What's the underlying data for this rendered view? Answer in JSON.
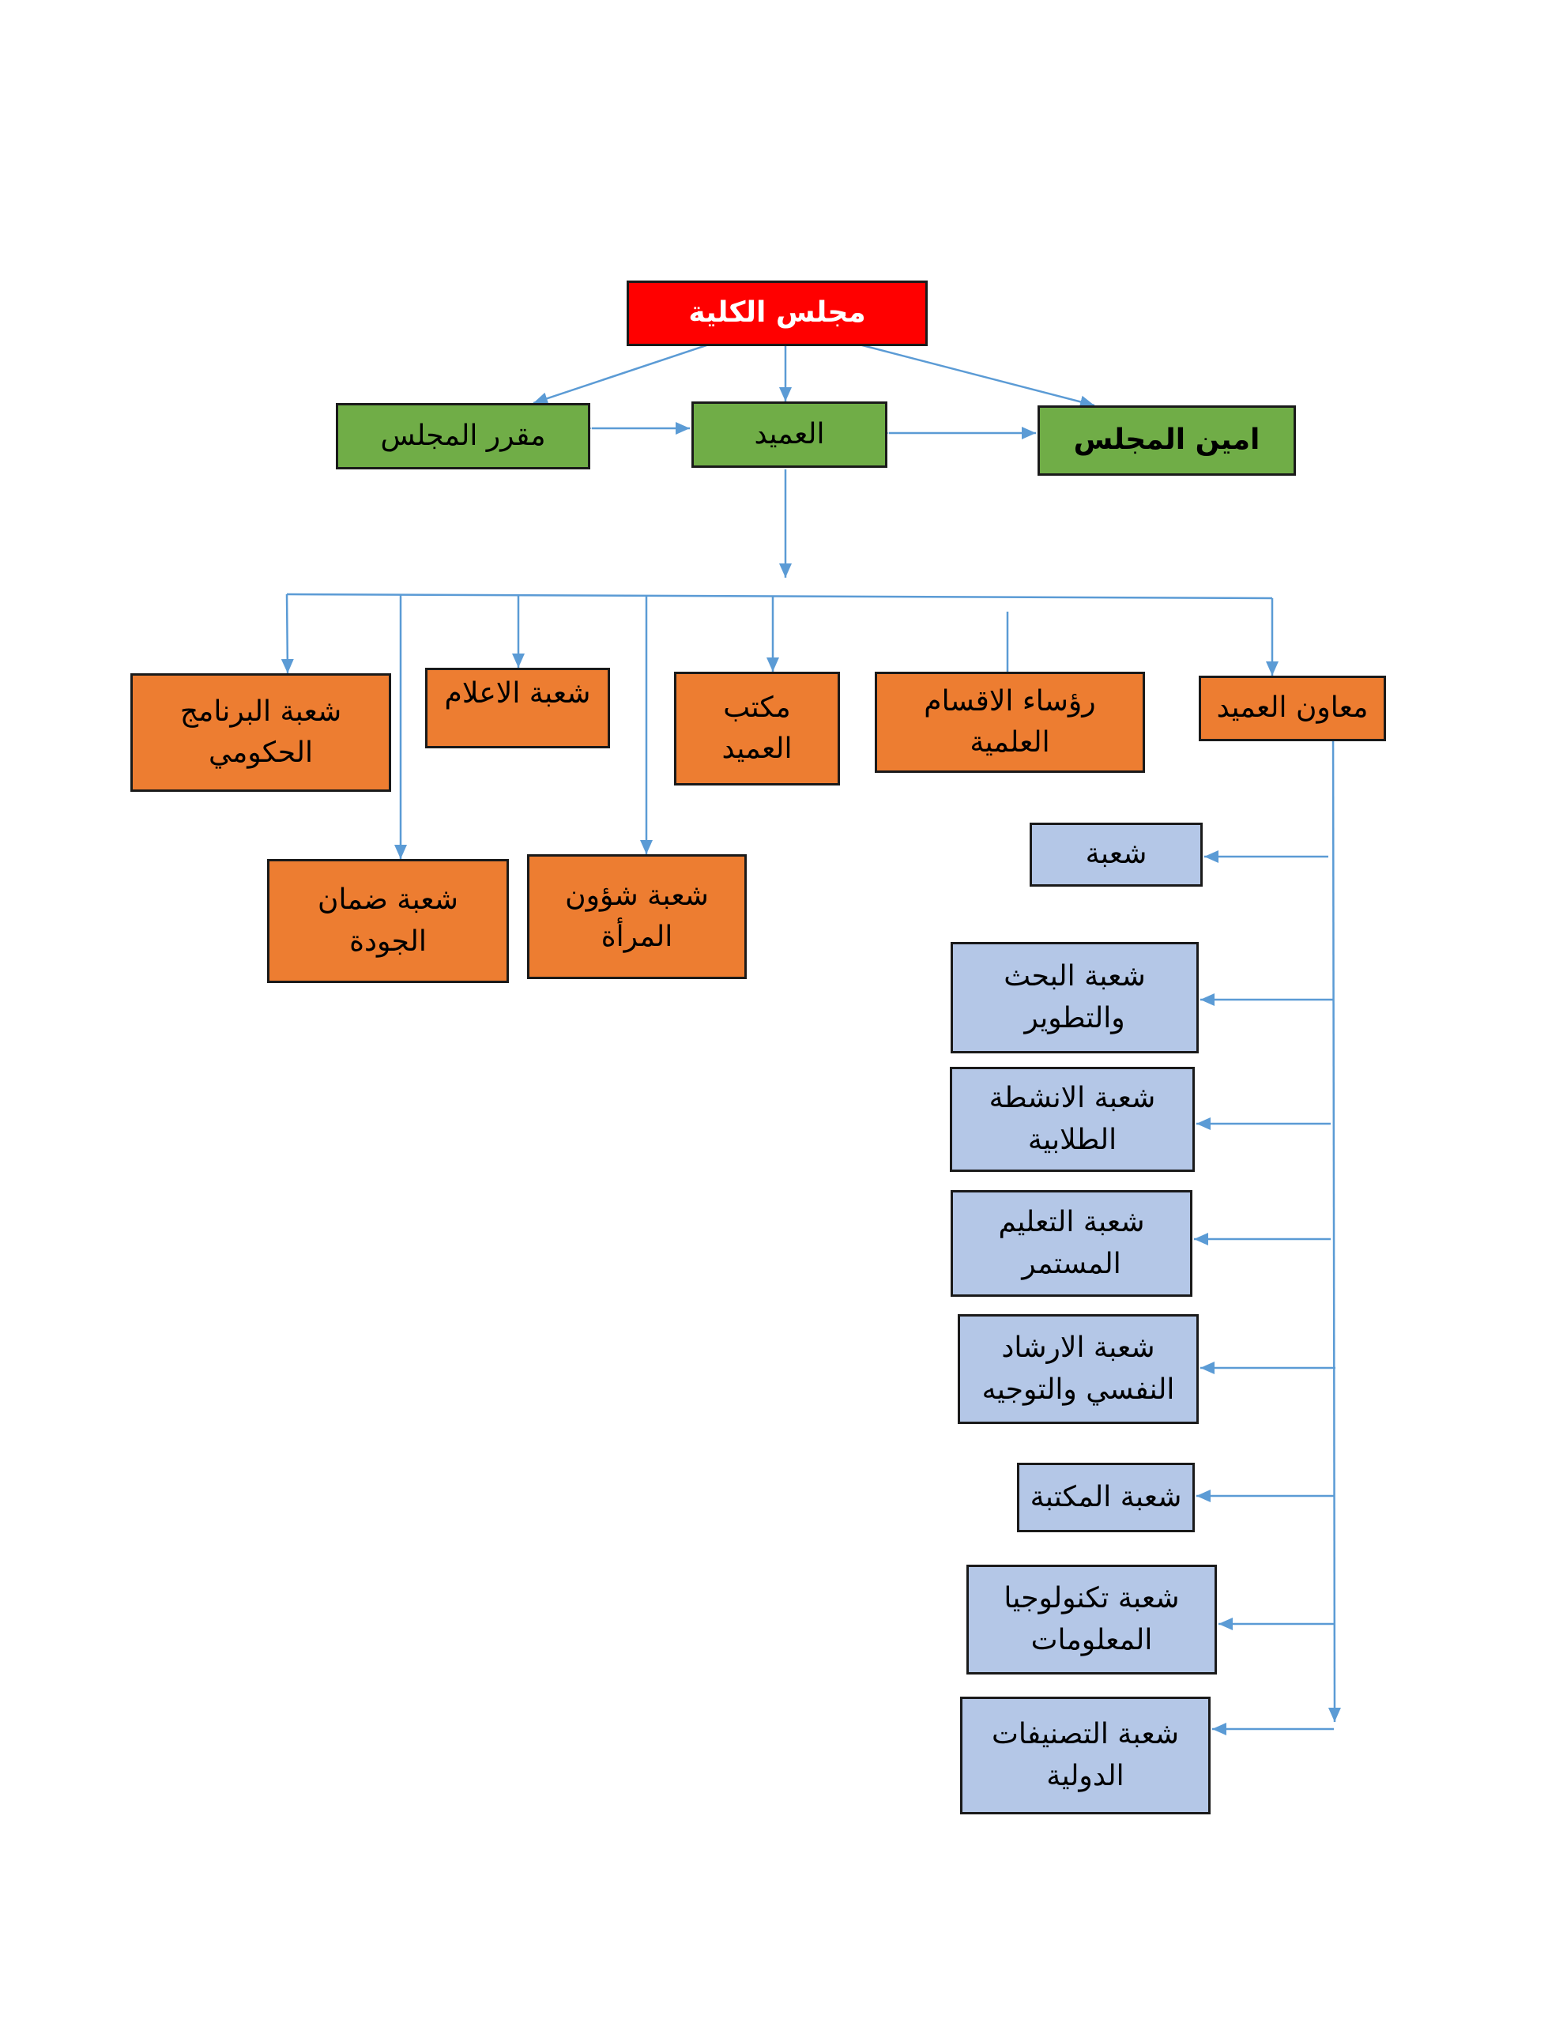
{
  "colors": {
    "council": "#ff0000",
    "leadership": "#70ad47",
    "units": "#ed7d31",
    "divisions": "#b4c7e7",
    "connector": "#5b9bd5"
  },
  "top": {
    "council": "مجلس الكلية"
  },
  "leadership": {
    "rapporteur": "مقرر المجلس",
    "dean": "العميد",
    "secretary": "امين المجلس"
  },
  "units": {
    "gov_program": "شعبة البرنامج الحكومي",
    "media": "شعبة الاعلام",
    "dean_office": "مكتب العميد",
    "dept_heads": "رؤساء الاقسام العلمية",
    "associate_dean": "معاون العميد",
    "quality": "شعبة ضمان الجودة",
    "women": "شعبة شؤون المرأة"
  },
  "divisions": [
    "شعبة",
    "شعبة البحث والتطوير",
    "شعبة الانشطة الطلابية",
    "شعبة التعليم المستمر",
    "شعبة الارشاد النفسي والتوجيه",
    "شعبة المكتبة",
    "شعبة تكنولوجيا المعلومات",
    "شعبة التصنيفات الدولية"
  ]
}
